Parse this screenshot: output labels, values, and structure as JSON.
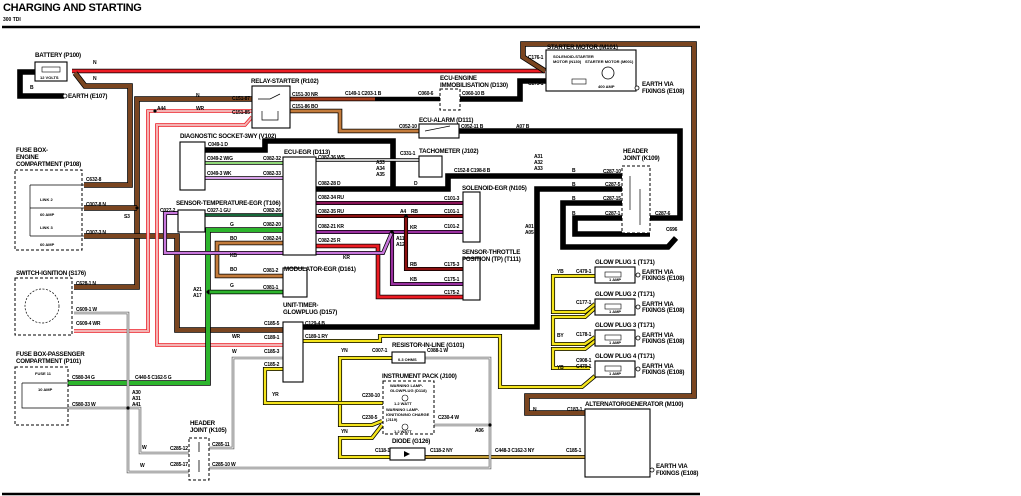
{
  "title": "CHARGING AND STARTING",
  "subtitle": "300 TDI",
  "components": {
    "battery": "BATTERY (P100)",
    "battery_rating": "12 VOLTS",
    "earth_e107": "EARTH (E107)",
    "relay_starter": "RELAY-STARTER (R102)",
    "diag_socket": "DIAGNOSTIC SOCKET-3WY (V102)",
    "ecu_egr": "ECU-EGR (D113)",
    "fuse_engine": [
      "FUSE BOX-",
      "ENGINE",
      "COMPARTMENT (P108)"
    ],
    "link2": "LINK 2",
    "link2_rating": "60 AMP",
    "link3": "LINK 3",
    "link3_rating": "60 AMP",
    "sensor_temp_egr": "SENSOR-TEMPERATURE-EGR (T106)",
    "modulator_egr": "MODULATOR-EGR (D161)",
    "unit_timer": [
      "UNIT-TIMER-",
      "GLOWPLUG (D157)"
    ],
    "switch_ignition": "SWITCH-IGNITION (S176)",
    "fuse_passenger": [
      "FUSE BOX-PASSENGER",
      "COMPARTMENT (P101)"
    ],
    "fuse11": "FUSE 11",
    "fuse11_rating": "10 AMP",
    "header_k105": [
      "HEADER",
      "JOINT (K105)"
    ],
    "starter_motor": "STARTER MOTOR (M101)",
    "solenoid_starter": [
      "SOLENOID-STARTER",
      "MOTOR (N130)"
    ],
    "starter_inner": "STARTER MOTOR (M001)",
    "starter_rating": "400 AMP",
    "ecu_immob": [
      "ECU-ENGINE",
      "IMMOBILISATION (D130)"
    ],
    "ecu_alarm": "ECU-ALARM (D111)",
    "tachometer": "TACHOMETER (J102)",
    "header_k109": [
      "HEADER",
      "JOINT (K109)"
    ],
    "solenoid_egr": "SOLENOID-EGR (N105)",
    "sensor_throttle": [
      "SENSOR-THROTTLE",
      "POSITION (TP) (T111)"
    ],
    "glow_plugs": [
      "GLOW PLUG 1 (T171)",
      "GLOW PLUG 2 (T171)",
      "GLOW PLUG 3 (T171)",
      "GLOW PLUG 4 (T171)"
    ],
    "glow_rating": "1 AMP",
    "earth_via_fixings": [
      "EARTH VIA",
      "FIXINGS (E108)"
    ],
    "alternator": "ALTERNATOR/GENERATOR (M100)",
    "resistor": "RESISTOR-IN-LINE (G101)",
    "resistor_value": "0.3 OHMS",
    "instrument_pack": "INSTRUMENT PACK (J100)",
    "warning_glowplug": [
      "WARNING LAMP-",
      "GLOWPLUG (D118)"
    ],
    "warning_glowplug_rating": "1.2 WATT",
    "warning_charge": [
      "WARNING LAMP-",
      "IGNITION/NO CHARGE",
      "(J119)"
    ],
    "warning_charge_rating": "1.2 WATT",
    "diode": "DIODE (G126)"
  },
  "connectors": [
    "C632-8",
    "C007-8  N",
    "C007-3  N",
    "S3",
    "C628-1  N",
    "C609-1  W",
    "C609-4  WR",
    "C580-34  G",
    "C580-33  W",
    "C440-5 C162-5  G",
    "A30",
    "A31",
    "A41",
    "W",
    "W",
    "C285-12",
    "C285-17",
    "C285-11",
    "C285-10  W",
    "N",
    "N",
    "B",
    "N",
    "A44",
    "WR",
    "C151-87",
    "C151-85",
    "C151-30  NR",
    "C151-86  BO",
    "C149-1 C203-1  B",
    "C060-6",
    "C060-10  B",
    "C176-1",
    "C175-1",
    "C052-10",
    "C052-11  B",
    "A07  B",
    "C049-1  D",
    "C049-2  W/G",
    "C082-32",
    "C049-3  WK",
    "C082-33",
    "C027-2",
    "C027-1  GU",
    "C082-26",
    "G",
    "C082-20",
    "BO",
    "C082-24",
    "KB",
    "BO",
    "C081-2",
    "G",
    "C081-1",
    "A21",
    "A17",
    "C082-36  WS",
    "C082-28  D",
    "C082-34  RU",
    "C082-35  RU",
    "C082-21  KR",
    "C082-25  R",
    "C331-1",
    "A33",
    "A34",
    "A35",
    "D",
    "C152-8 C198-8  B",
    "A31",
    "A32",
    "A33",
    "B",
    "B",
    "B",
    "B",
    "C287-10",
    "C287-5",
    "C287-15",
    "C287-1",
    "C287-6",
    "C696",
    "C101-3",
    "C101-1",
    "C101-2",
    "A4",
    "RB",
    "KR",
    "A11",
    "A12",
    "RB",
    "C175-3",
    "KB",
    "C175-1",
    "KR",
    "C175-2",
    "A01",
    "A05",
    "C185-5",
    "C189-1",
    "WR",
    "C185-3",
    "W",
    "C185-2",
    "C129-4  B",
    "C189-1  RY",
    "YR",
    "YN",
    "C007-1",
    "C088-1  W",
    "C230-10",
    "C230-5",
    "C230-4  W",
    "A06",
    "YN",
    "C118-1",
    "C118-2  NY",
    "C448-3 C162-3  NY",
    "C185-1",
    "N",
    "C183-1",
    "YB",
    "C479-1",
    "C177-1",
    "BY",
    "C178-1",
    "YB",
    "C908-1",
    "C479-1"
  ],
  "wire_colors": {
    "N": "#7a4520",
    "R": "#ec1c24",
    "B": "#000000",
    "NR": "#a33c1c",
    "BO": "#c47c3c",
    "WS": "#c8c8c8",
    "WG": "#8fd878",
    "WK": "#d9a2ea",
    "GU": "#17683a",
    "G": "#2db52d",
    "RU": "#8a1458",
    "RB": "#8c1010",
    "KR": "#9a30a0",
    "KB": "#c877dc",
    "WR": "#f3b4b4",
    "Y": "#f4e41c",
    "NY": "#c9a23a",
    "W": "#ffffff"
  }
}
